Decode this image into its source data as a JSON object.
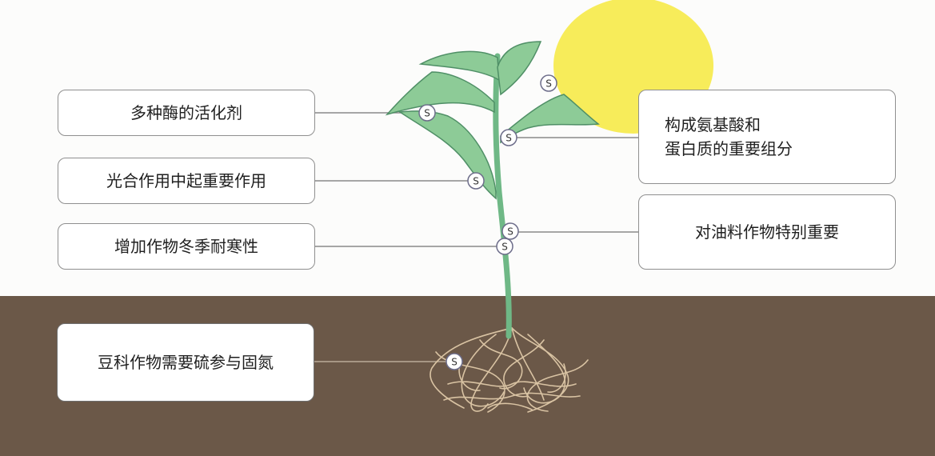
{
  "diagram": {
    "nutrient_symbol": "S",
    "labels_left": [
      "多种酶的活化剂",
      "光合作用中起重要作用",
      "增加作物冬季耐寒性"
    ],
    "labels_right": [
      [
        "构成氨基酸和",
        "蛋白质的重要组分"
      ],
      "对油料作物特别重要"
    ],
    "label_soil": "豆科作物需要硫参与固氮",
    "colors": {
      "sky": "#fcfcfb",
      "soil": "#6b5848",
      "sun": "#f7ec5a",
      "leaf": "#8dcb97",
      "leaf_edge": "#4f8f66",
      "stem": "#6fb886",
      "root": "#d9c3a3",
      "box_border": "#8f8f8f"
    }
  }
}
